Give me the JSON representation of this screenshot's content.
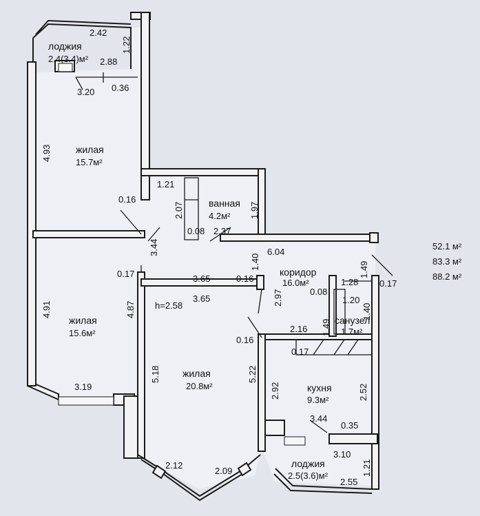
{
  "rooms": {
    "loggia_top": {
      "name": "лоджия",
      "area": "2.4(3.4)м²"
    },
    "living_top": {
      "name": "жилая",
      "area": "15.7м²"
    },
    "bath": {
      "name": "ванная",
      "area": "4.2м²"
    },
    "corridor": {
      "name": "коридор",
      "area": "16.0м²"
    },
    "wc": {
      "name": "санузел",
      "area": "1.7м²"
    },
    "living_left": {
      "name": "жилая",
      "area": "15.6м²"
    },
    "living_center": {
      "name": "жилая",
      "area": "20.8м²"
    },
    "kitchen": {
      "name": "кухня",
      "area": "9.3м²"
    },
    "loggia_bottom": {
      "name": "лоджия",
      "area": "2.5(3.6)м²"
    }
  },
  "ceiling_height": "h=2.58",
  "totals": [
    "52.1 м²",
    "83.3 м²",
    "88.2 м²"
  ],
  "dims": {
    "d242": "2.42",
    "d122": "1.22",
    "d288": "2.88",
    "d320": "3.20",
    "d036": "0.36",
    "d493": "4.93",
    "d121": "1.21",
    "d207": "2.07",
    "d197": "1.97",
    "d016a": "0.16",
    "d344a": "3.44",
    "d008a": "0.08",
    "d237": "2.37",
    "d604": "6.04",
    "d140a": "1.40",
    "d149a": "1.49",
    "d017a": "0.17",
    "d365a": "3.65",
    "d016b": "0.16",
    "d128": "1.28",
    "d017b": "0.17",
    "d008b": "0.08",
    "d120": "1.20",
    "d140b": "1.40",
    "d297": "2.97",
    "d365b": "3.65",
    "d149b": "1.49",
    "d491": "4.91",
    "d487": "4.87",
    "d216": "2.16",
    "d016c": "0.16",
    "d017c": "0.17",
    "d518": "5.18",
    "d522": "5.22",
    "d292": "2.92",
    "d252": "2.52",
    "d319": "3.19",
    "d344b": "3.44",
    "d035": "0.35",
    "d310": "3.10",
    "d212": "2.12",
    "d209": "2.09",
    "d121b": "1.21",
    "d255": "2.55"
  }
}
